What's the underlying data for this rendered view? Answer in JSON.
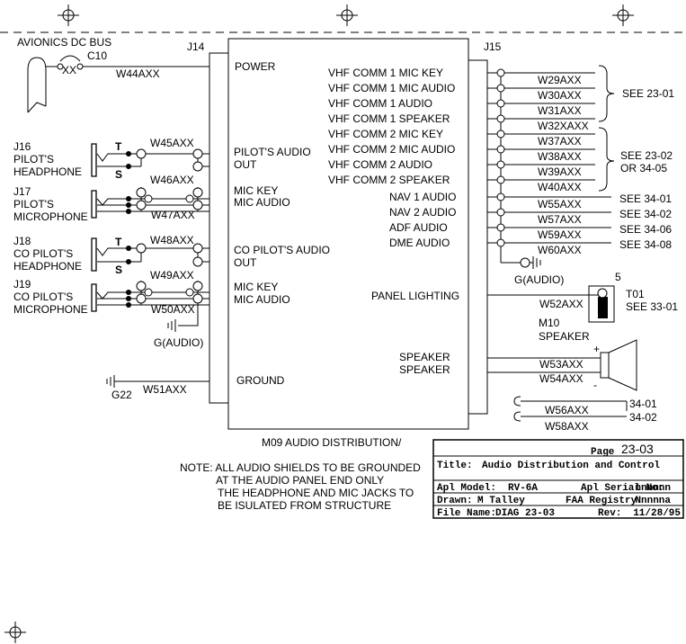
{
  "module": {
    "name": "M09 AUDIO DISTRIBUTION/",
    "j14": "J14",
    "j15": "J15",
    "left_labels": [
      "POWER",
      "PILOT'S AUDIO",
      "OUT",
      "MIC KEY",
      "MIC AUDIO",
      "CO PILOT'S AUDIO",
      "OUT",
      "MIC KEY",
      "MIC AUDIO",
      "GROUND"
    ],
    "right_labels": [
      "VHF COMM 1 MIC KEY",
      "VHF COMM 1 MIC AUDIO",
      "VHF COMM 1 AUDIO",
      "VHF COMM 1 SPEAKER",
      "VHF COMM 2 MIC KEY",
      "VHF COMM 2 MIC AUDIO",
      "VHF COMM 2 AUDIO",
      "VHF COMM 2 SPEAKER",
      "NAV 1 AUDIO",
      "NAV 2 AUDIO",
      "ADF AUDIO",
      "DME AUDIO",
      "PANEL LIGHTING",
      "SPEAKER",
      "SPEAKER"
    ]
  },
  "power": {
    "bus": "AVIONICS DC BUS",
    "breaker": "C10",
    "breaker_rating": "XX",
    "wire": "W44AXX"
  },
  "jacks": [
    {
      "id": "J16",
      "line1": "PILOT'S",
      "line2": "HEADPHONE"
    },
    {
      "id": "J17",
      "line1": "PILOT'S",
      "line2": "MICROPHONE"
    },
    {
      "id": "J18",
      "line1": "CO PILOT'S",
      "line2": "HEADPHONE"
    },
    {
      "id": "J19",
      "line1": "CO PILOT'S",
      "line2": "MICROPHONE"
    }
  ],
  "jack_marks": {
    "tip": "T",
    "sleeve": "S"
  },
  "left_wires": [
    "W45AXX",
    "W46AXX",
    "W47AXX",
    "W48AXX",
    "W49AXX",
    "W50AXX",
    "W51AXX"
  ],
  "grounds": {
    "audio_left": "G(AUDIO)",
    "audio_right": "G(AUDIO)",
    "chassis": "G22"
  },
  "right_wires": [
    "W29AXX",
    "W30AXX",
    "W31AXX",
    "W32XAXX",
    "W37AXX",
    "W38AXX",
    "W39AXX",
    "W40AXX",
    "W55AXX",
    "W57AXX",
    "W59AXX",
    "W60AXX"
  ],
  "refs": {
    "comm1": "SEE 23-01",
    "comm2_a": "SEE 23-02",
    "comm2_b": "OR 34-05",
    "nav1": "SEE 34-01",
    "nav2": "SEE 34-02",
    "adf": "SEE 34-06",
    "dme": "SEE 34-08"
  },
  "lighting": {
    "wire": "W52AXX",
    "terminal_number": "5",
    "terminal": "T01",
    "ref": "SEE 33-01"
  },
  "speaker": {
    "id": "M10",
    "label": "SPEAKER",
    "wires": [
      "W53AXX",
      "W54AXX"
    ],
    "plus": "+",
    "minus": "-"
  },
  "spares": [
    {
      "wire": "W56AXX",
      "ref": "34-01"
    },
    {
      "wire": "W58AXX",
      "ref": "34-02"
    }
  ],
  "note": {
    "line1": "NOTE: ALL AUDIO SHIELDS TO BE GROUNDED",
    "line2": "AT THE AUDIO PANEL END ONLY",
    "line3": "THE HEADPHONE AND MIC JACKS TO",
    "line4": "BE ISULATED FROM STRUCTURE"
  },
  "title_block": {
    "page_label": "Page",
    "page": "23-03",
    "title_label": "Title:",
    "title": "Audio Distribution and Control",
    "model_label": "Apl Model:",
    "model": "RV-6A",
    "serial_label": "Apl Serial No:",
    "serial": "nnnnnn",
    "drawn_label": "Drawn:",
    "drawn": "M Talley",
    "registry_label": "FAA Registry:",
    "registry": "Nnnnna",
    "file_label": "File Name:",
    "file": "DIAG 23-03",
    "rev_label": "Rev:",
    "rev": "11/28/95"
  }
}
